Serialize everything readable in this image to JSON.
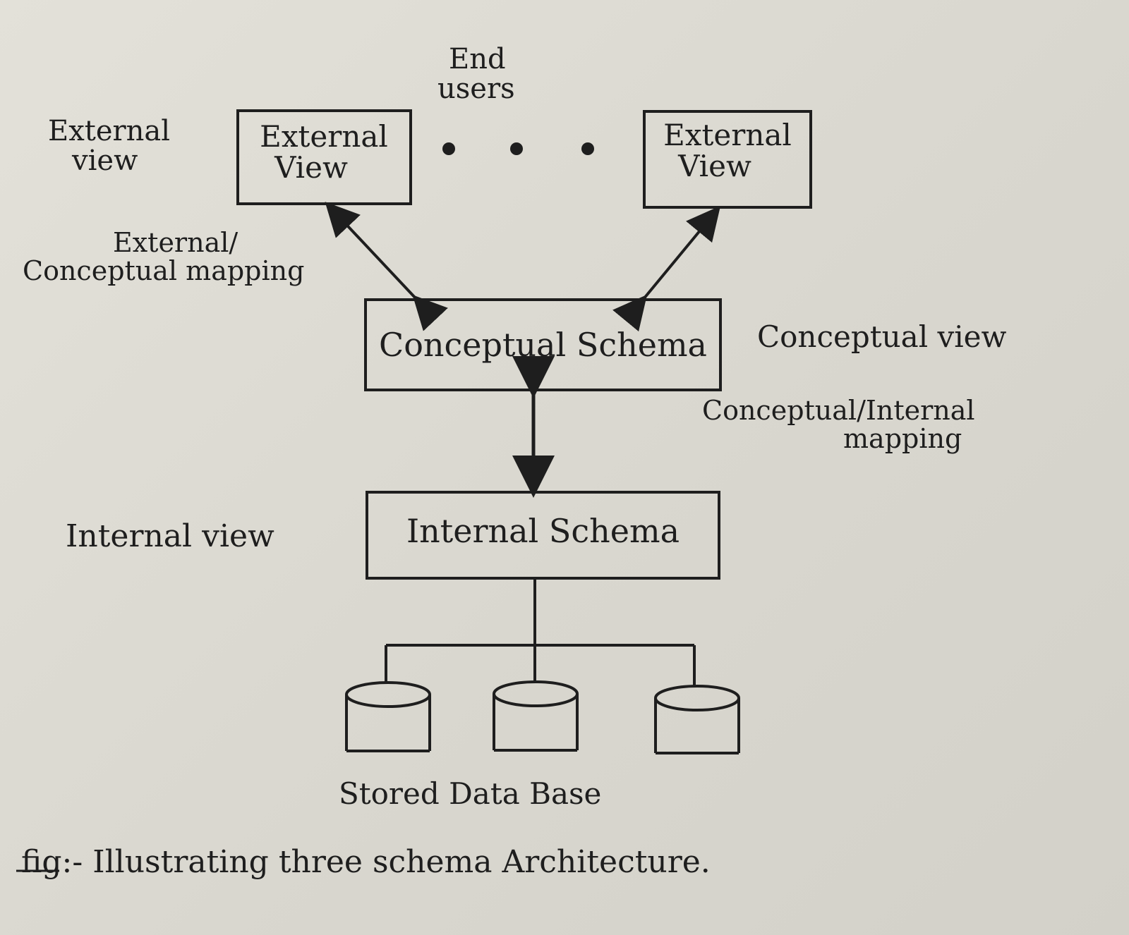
{
  "labels": {
    "end_users": [
      "End",
      "users"
    ],
    "external_view_side": [
      "External",
      "view"
    ],
    "external_view_box_left": [
      "External",
      "View"
    ],
    "external_view_box_right": [
      "External",
      "View"
    ],
    "external_conceptual_mapping": [
      "External/",
      "Conceptual mapping"
    ],
    "conceptual_schema": "Conceptual Schema",
    "conceptual_view": "Conceptual view",
    "conceptual_internal_mapping": [
      "Conceptual/Internal",
      "mapping"
    ],
    "internal_view": "Internal view",
    "internal_schema": "Internal Schema",
    "stored_database": "Stored Data Base",
    "caption": "fig:- Illustrating three schema Architecture."
  },
  "colors": {
    "paper": "#dedcd4",
    "ink": "#1e1e1e"
  }
}
